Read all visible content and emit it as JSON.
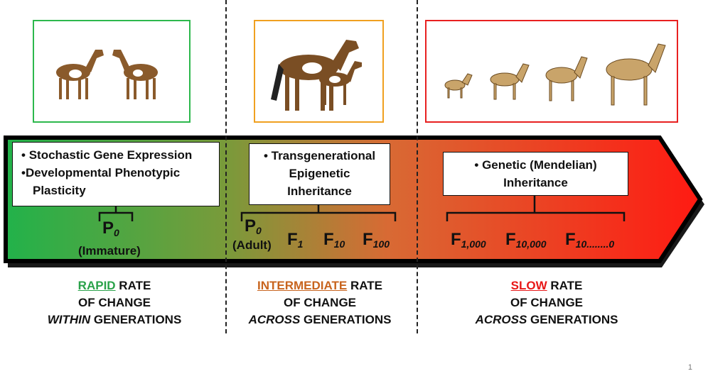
{
  "colors": {
    "green": "#2db84d",
    "orange": "#f0a020",
    "red": "#e82020",
    "rapid": "#2aa24a",
    "intermediate": "#c8641e",
    "slow": "#e81818"
  },
  "panels": [
    {
      "image": "two-foals-facing-icon",
      "border": "green"
    },
    {
      "image": "mare-and-foal-icon",
      "border": "orange"
    },
    {
      "image": "horse-evolution-sequence-icon",
      "border": "red"
    }
  ],
  "boxes": {
    "left": {
      "line1": "Stochastic Gene Expression",
      "line2": "Developmental Phenotypic",
      "line3": "Plasticity"
    },
    "middle": {
      "line1": "Transgenerational",
      "line2": "Epigenetic",
      "line3": "Inheritance"
    },
    "right": {
      "line1": "Genetic (Mendelian)",
      "line2": "Inheritance"
    }
  },
  "generations": {
    "left": {
      "p": "P",
      "p_sub": "0",
      "note": "(Immature)"
    },
    "middle": {
      "p": "P",
      "p_sub": "0",
      "note": "(Adult)",
      "f1": "F",
      "f1_sub": "1",
      "f10": "F",
      "f10_sub": "10",
      "f100": "F",
      "f100_sub": "100"
    },
    "right": {
      "f1000": "F",
      "f1000_sub": "1,000",
      "f10000": "F",
      "f10000_sub": "10,000",
      "fn": "F",
      "fn_sub": "10........0"
    }
  },
  "rates": {
    "left": {
      "keyword": "RAPID",
      "rest": " RATE",
      "line2": "OF CHANGE",
      "emph": "WITHIN",
      "line3": " GENERATIONS"
    },
    "middle": {
      "keyword": "INTERMEDIATE",
      "rest": " RATE",
      "line2": "OF CHANGE",
      "emph": "ACROSS",
      "line3": " GENERATIONS"
    },
    "right": {
      "keyword": "SLOW",
      "rest": " RATE",
      "line2": "OF CHANGE",
      "emph": "ACROSS",
      "line3": " GENERATIONS"
    }
  },
  "page_number": "1"
}
